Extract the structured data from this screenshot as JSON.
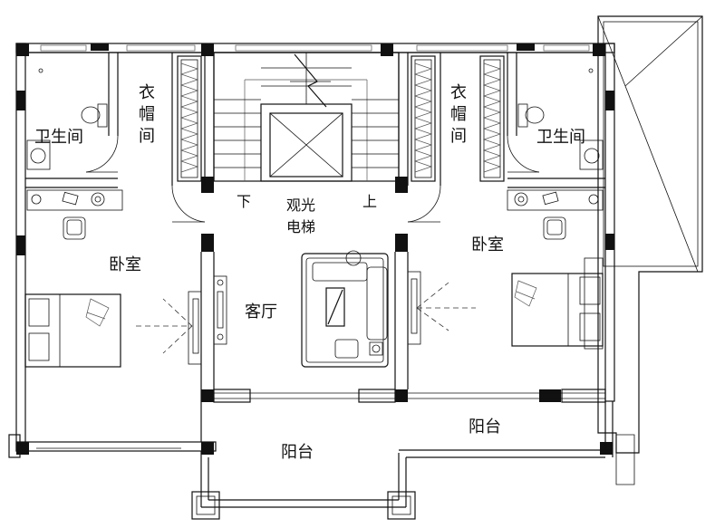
{
  "rooms": {
    "bath_left": "卫生间",
    "bath_right": "卫生间",
    "wardrobe_left": [
      "衣",
      "帽",
      "间"
    ],
    "wardrobe_right": [
      "衣",
      "帽",
      "间"
    ],
    "bedroom_left": "卧室",
    "bedroom_right": "卧室",
    "living": "客厅",
    "elevator": [
      "观光",
      "电梯"
    ],
    "stair_down": "下",
    "stair_up": "上",
    "balcony_left": "阳台",
    "balcony_right": "阳台"
  }
}
